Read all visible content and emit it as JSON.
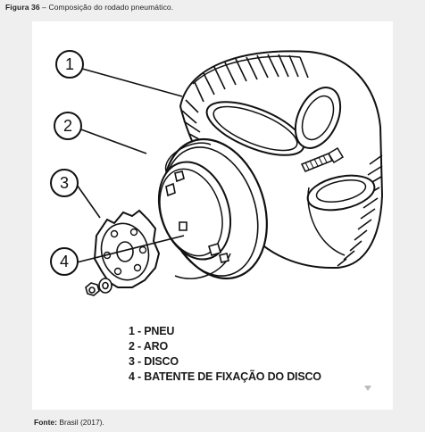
{
  "figure": {
    "caption_label": "Figura 36",
    "caption_text": " – Composição do rodado pneumático."
  },
  "callouts": [
    {
      "number": "1"
    },
    {
      "number": "2"
    },
    {
      "number": "3"
    },
    {
      "number": "4"
    }
  ],
  "legend": [
    "1 - PNEU",
    "2 - ARO",
    "3 - DISCO",
    "4 - BATENTE DE FIXAÇÃO DO DISCO"
  ],
  "source": {
    "label": "Fonte:",
    "text": " Brasil (2017)."
  }
}
